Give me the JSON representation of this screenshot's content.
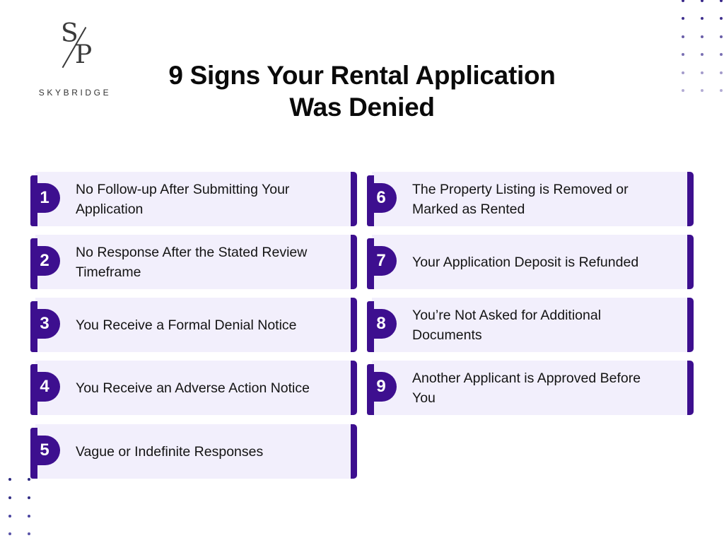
{
  "brand": {
    "monogram_s": "S",
    "monogram_p": "P",
    "wordmark": "SKYBRIDGE"
  },
  "title": {
    "line1": "9 Signs Your Rental Application",
    "line2": "Was Denied"
  },
  "colors": {
    "accent": "#3d0f8f",
    "card_background": "#f2effc",
    "text": "#141414"
  },
  "signs": [
    {
      "number": "1",
      "text": "No Follow-up After Submitting Your Application"
    },
    {
      "number": "2",
      "text": "No Response After the Stated Review Timeframe"
    },
    {
      "number": "3",
      "text": "You Receive a Formal Denial Notice"
    },
    {
      "number": "4",
      "text": "You Receive an Adverse Action Notice"
    },
    {
      "number": "5",
      "text": "Vague or Indefinite Responses"
    },
    {
      "number": "6",
      "text": "The Property Listing is Removed or Marked as Rented"
    },
    {
      "number": "7",
      "text": "Your Application Deposit is Refunded"
    },
    {
      "number": "8",
      "text": "You’re Not Asked for Additional Documents"
    },
    {
      "number": "9",
      "text": "Another Applicant is Approved Before You"
    }
  ]
}
